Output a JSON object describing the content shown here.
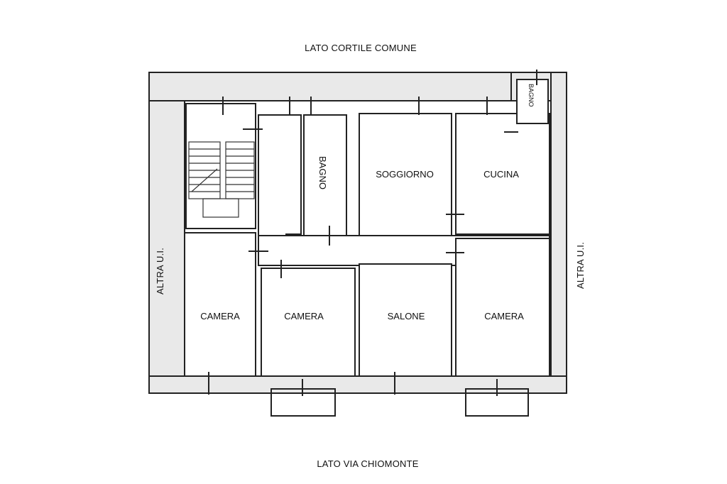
{
  "orientation": {
    "top": "LATO CORTILE COMUNE",
    "bottom": "LATO VIA CHIOMONTE",
    "left": "ALTRA U.I.",
    "right": "ALTRA U.I."
  },
  "rooms": {
    "bagno_corridor": "BAGNO",
    "bagno_small": "BAGNO",
    "soggiorno": "SOGGIORNO",
    "cucina": "CUCINA",
    "camera_1": "CAMERA",
    "camera_2": "CAMERA",
    "salone": "SALONE",
    "camera_3": "CAMERA"
  }
}
